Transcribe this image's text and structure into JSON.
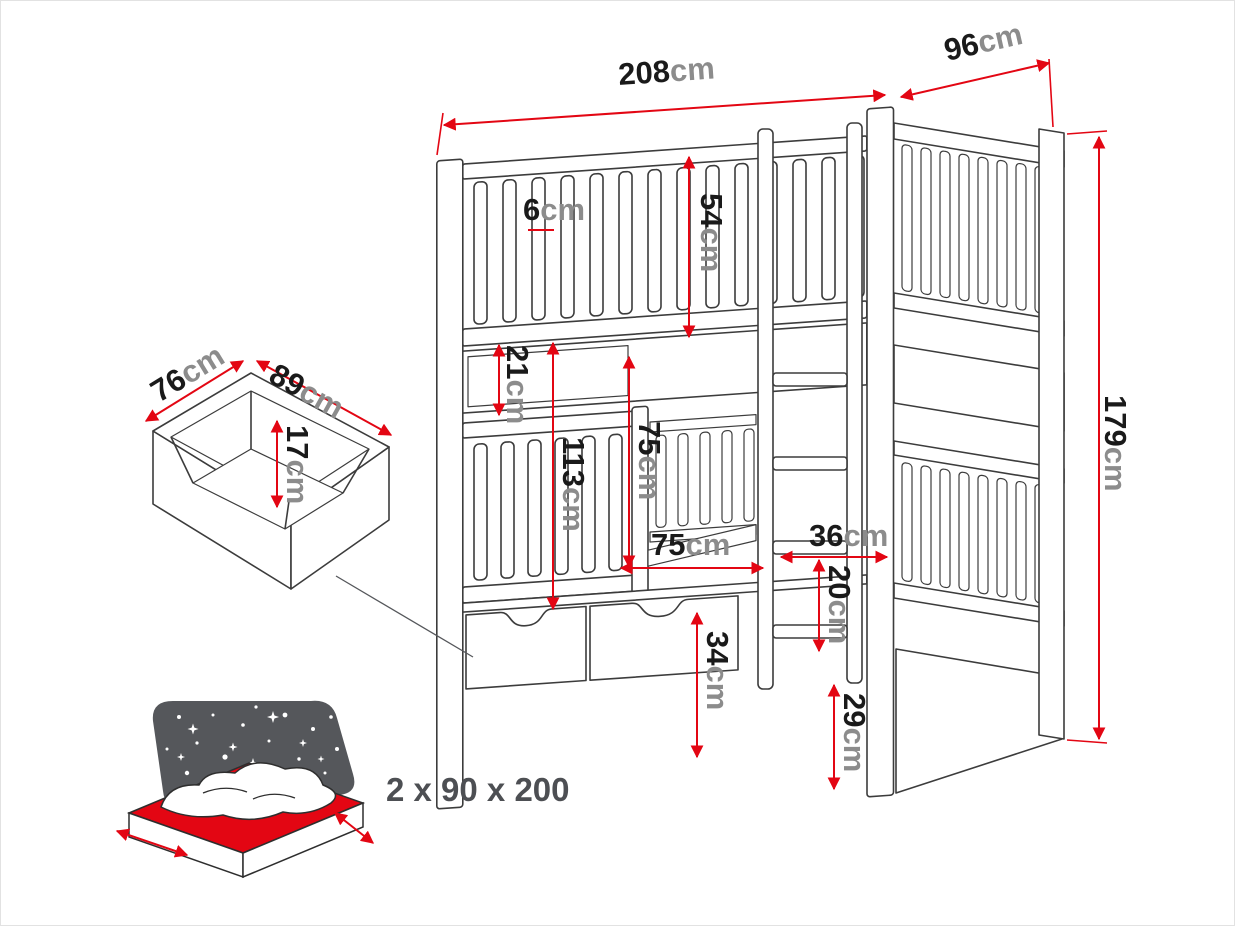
{
  "colors": {
    "accent": "#e30613",
    "ink": "#1a1a1a",
    "muted": "#8c8c8c",
    "line": "#3c3c3c"
  },
  "dimensions": {
    "width": {
      "value": "208",
      "unit": "cm"
    },
    "depth": {
      "value": "96",
      "unit": "cm"
    },
    "height": {
      "value": "179",
      "unit": "cm"
    },
    "upper_rail": {
      "value": "54",
      "unit": "cm"
    },
    "slat_gap": {
      "value": "6",
      "unit": "cm"
    },
    "shelf_opening": {
      "value": "21",
      "unit": "cm"
    },
    "bunk_clearance": {
      "value": "113",
      "unit": "cm"
    },
    "guard_height": {
      "value": "75",
      "unit": "cm"
    },
    "entry_width": {
      "value": "75",
      "unit": "cm"
    },
    "ladder_width": {
      "value": "36",
      "unit": "cm"
    },
    "rung_spacing": {
      "value": "20",
      "unit": "cm"
    },
    "drawer_front": {
      "value": "34",
      "unit": "cm"
    },
    "base_height": {
      "value": "29",
      "unit": "cm"
    },
    "drawer_depth": {
      "value": "76",
      "unit": "cm"
    },
    "drawer_width": {
      "value": "89",
      "unit": "cm"
    },
    "drawer_side": {
      "value": "17",
      "unit": "cm"
    }
  },
  "mattress_note": "2 x 90 x 200"
}
